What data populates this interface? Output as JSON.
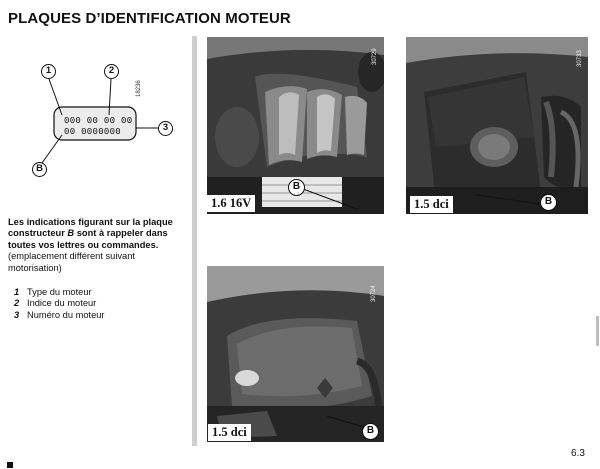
{
  "page": {
    "title": "PLAQUES D’IDENTIFICATION MOTEUR",
    "number": "6.3"
  },
  "diagram": {
    "code": "18236",
    "plate_line1": "000 00 00 00",
    "plate_line2": "00 0000000",
    "callouts": [
      "1",
      "2",
      "3",
      "B"
    ]
  },
  "text": {
    "intro_bold": "Les indications figurant sur la plaque constructeur",
    "intro_b": "B",
    "intro_bold2": "sont à rappeler dans toutes vos lettres ou commandes.",
    "intro_normal": "(emplacement différent suivant motorisation)",
    "legend": [
      {
        "num": "1",
        "label": "Type du moteur"
      },
      {
        "num": "2",
        "label": "Indice du moteur"
      },
      {
        "num": "3",
        "label": "Numéro du moteur"
      }
    ]
  },
  "photos": [
    {
      "label": "1.6 16V",
      "code": "30729",
      "marker": "B"
    },
    {
      "label": "1.5 dci",
      "code": "30733",
      "marker": "B"
    },
    {
      "label": "1.5 dci",
      "code": "30724",
      "marker": "B"
    }
  ],
  "colors": {
    "rule": "#cfcfcf",
    "photo_dark": "#2a2a2a"
  }
}
